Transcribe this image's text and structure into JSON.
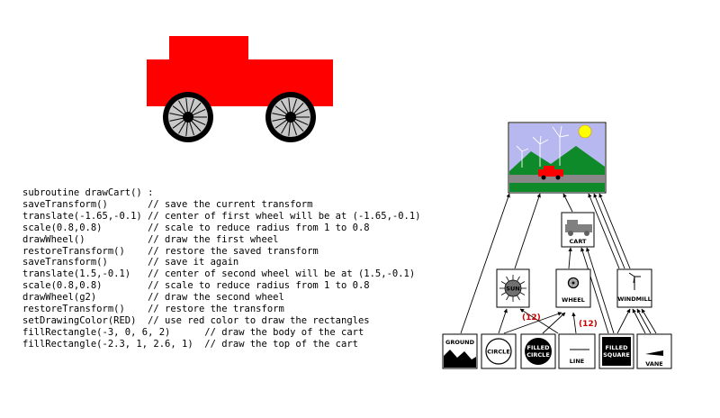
{
  "code": {
    "lines": [
      "subroutine drawCart() :",
      "saveTransform()       // save the current transform",
      "translate(-1.65,-0.1) // center of first wheel will be at (-1.65,-0.1)",
      "scale(0.8,0.8)        // scale to reduce radius from 1 to 0.8",
      "drawWheel()           // draw the first wheel",
      "restoreTransform()    // restore the saved transform",
      "saveTransform()       // save it again",
      "translate(1.5,-0.1)   // center of second wheel will be at (1.5,-0.1)",
      "scale(0.8,0.8)        // scale to reduce radius from 1 to 0.8",
      "drawWheel(g2)         // draw the second wheel",
      "restoreTransform()    // restore the transform",
      "setDrawingColor(RED)  // use red color to draw the rectangles",
      "fillRectangle(-3, 0, 6, 2)      // draw the body of the cart",
      "fillRectangle(-2.3, 1, 2.6, 1)  // draw the top of the cart"
    ]
  },
  "colors": {
    "cart_red": "#ff0000",
    "sky": "#b8b8f0",
    "grass": "#0f8a2a",
    "sun": "#ffff00",
    "road": "#888888",
    "label_red": "#cc0000"
  },
  "graph": {
    "nodes": {
      "cart": "CART",
      "sun": "SUN",
      "wheel": "WHEEL",
      "windmill": "WINDMILL",
      "ground": "GROUND",
      "circle": "CIRCLE",
      "filled_circle_line1": "FILLED",
      "filled_circle_line2": "CIRCLE",
      "line": "LINE",
      "filled_square_line1": "FILLED",
      "filled_square_line2": "SQUARE",
      "vane": "VANE"
    },
    "counts": {
      "sun_to_line": "(12)",
      "wheel_to_line": "(12)"
    }
  }
}
